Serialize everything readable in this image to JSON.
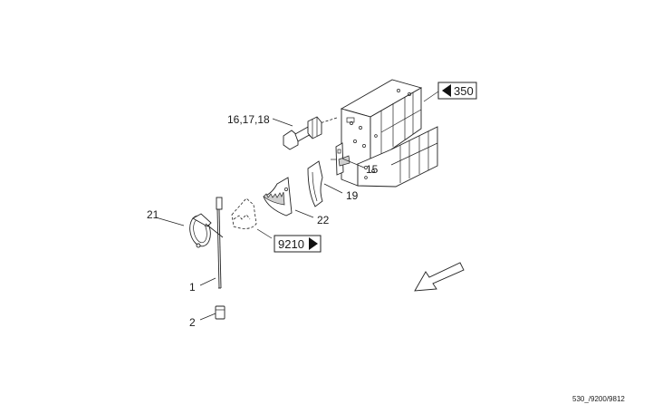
{
  "callouts": {
    "c16": "16,17,18",
    "c15": "15",
    "c19": "19",
    "c22": "22",
    "c21": "21",
    "c1": "1",
    "c2": "2"
  },
  "references": {
    "ref350": "350",
    "ref9210": "9210"
  },
  "figure_code": "530_/9200/9812"
}
